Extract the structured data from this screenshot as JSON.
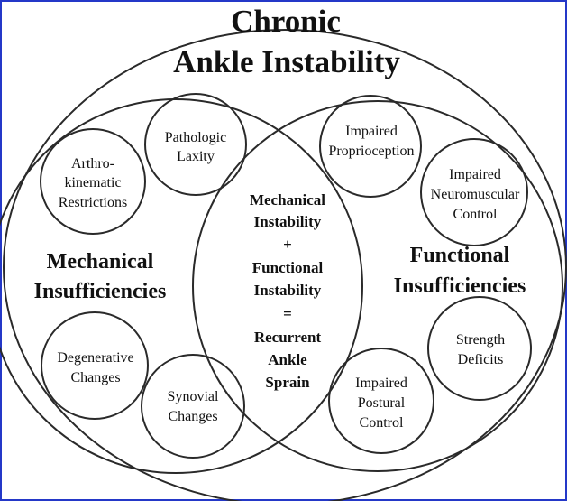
{
  "title": [
    "Chronic",
    "Ankle Instability"
  ],
  "mechanical": {
    "label": [
      "Mechanical",
      "Insufficiencies"
    ],
    "factors": [
      [
        "Pathologic",
        "Laxity"
      ],
      [
        "Arthro-",
        "kinematic",
        "Restrictions"
      ],
      [
        "Degenerative",
        "Changes"
      ],
      [
        "Synovial",
        "Changes"
      ]
    ]
  },
  "functional": {
    "label": [
      "Functional",
      "Insufficiencies"
    ],
    "factors": [
      [
        "Impaired",
        "Proprioception"
      ],
      [
        "Impaired",
        "Neuromuscular",
        "Control"
      ],
      [
        "Strength",
        "Deficits"
      ],
      [
        "Impaired",
        "Postural",
        "Control"
      ]
    ]
  },
  "overlap": [
    "Mechanical",
    "Instability",
    "+",
    "Functional",
    "Instability",
    "=",
    "Recurrent",
    "Ankle",
    "Sprain"
  ],
  "colors": {
    "frame": "#2438c8",
    "stroke": "#2a2a2a",
    "text": "#111111"
  }
}
